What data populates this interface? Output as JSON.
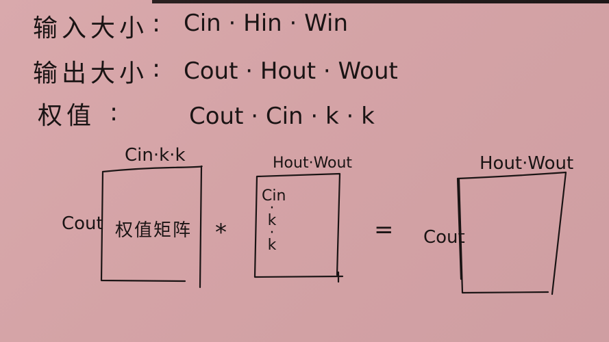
{
  "definitions": [
    {
      "label": "输入大小",
      "separator": ":",
      "formula": "Cin · Hin · Win"
    },
    {
      "label": "输出大小",
      "separator": ":",
      "formula": "Cout · Hout · Wout"
    },
    {
      "label": "权值",
      "separator": ":",
      "formula": "Cout · Cin · k · k"
    }
  ],
  "diagram": {
    "weight_matrix": {
      "top_label": "Cin·k·k",
      "left_label": "Cout",
      "inner_label": "权值矩阵"
    },
    "multiply_symbol": "*",
    "input_matrix": {
      "top_label": "Hout·Wout",
      "inner_rows": [
        "Cin",
        "·",
        "k",
        "·",
        "k"
      ]
    },
    "equals_symbol": "=",
    "output_matrix": {
      "top_label": "Hout·Wout",
      "left_label": "Cout"
    }
  },
  "colors": {
    "paper": "#d4a3a6",
    "ink": "#1a1414"
  }
}
